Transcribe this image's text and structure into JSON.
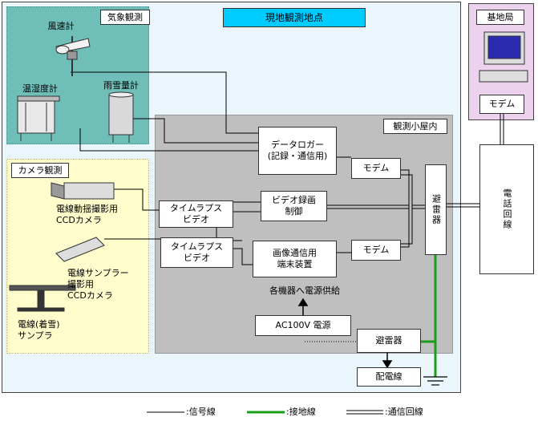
{
  "areas": {
    "site_title": "現地観測地点",
    "weather": "気象観測",
    "hut": "観測小屋内",
    "camera": "カメラ観測",
    "base": "基地局"
  },
  "sensors": {
    "anemometer": "風速計",
    "thermo_hygrometer": "温湿度計",
    "precip_gauge": "雨雪量計",
    "camera_motion": [
      "電線動揺撮影用",
      "CCDカメラ"
    ],
    "camera_sampler": [
      "電線サンプラー",
      "撮影用",
      "CCDカメラ"
    ],
    "wire_sampler": [
      "電線(着雪)",
      "サンプラ"
    ]
  },
  "devices": {
    "data_logger": [
      "データロガー",
      "(記録・通信用)"
    ],
    "modem_top": "モデム",
    "timelapse_1": [
      "タイムラプス",
      "ビデオ"
    ],
    "video_ctrl": [
      "ビデオ録画",
      "制御"
    ],
    "timelapse_2": [
      "タイムラプス",
      "ビデオ"
    ],
    "image_comm": [
      "画像通信用",
      "端末装置"
    ],
    "modem_bottom": "モデム",
    "arrester_main": "避雷器",
    "power_supply_note": "各機器へ電源供給",
    "ac100v": "AC100V 電源",
    "arrester_power": "避雷器",
    "distribution": "配電線",
    "phone_line": "電話回線",
    "base_modem": "モデム"
  },
  "legend": {
    "signal": ":信号線",
    "ground": ":接地線",
    "comm": ":通信回線"
  },
  "colors": {
    "ground_line": "#1a9e1a",
    "weather_bg": "#6fbfb8",
    "camera_bg": "#fffdcc",
    "hut_bg": "#bfbfbf",
    "base_bg": "#ecd2ec",
    "title_bg": "#00ccff"
  }
}
